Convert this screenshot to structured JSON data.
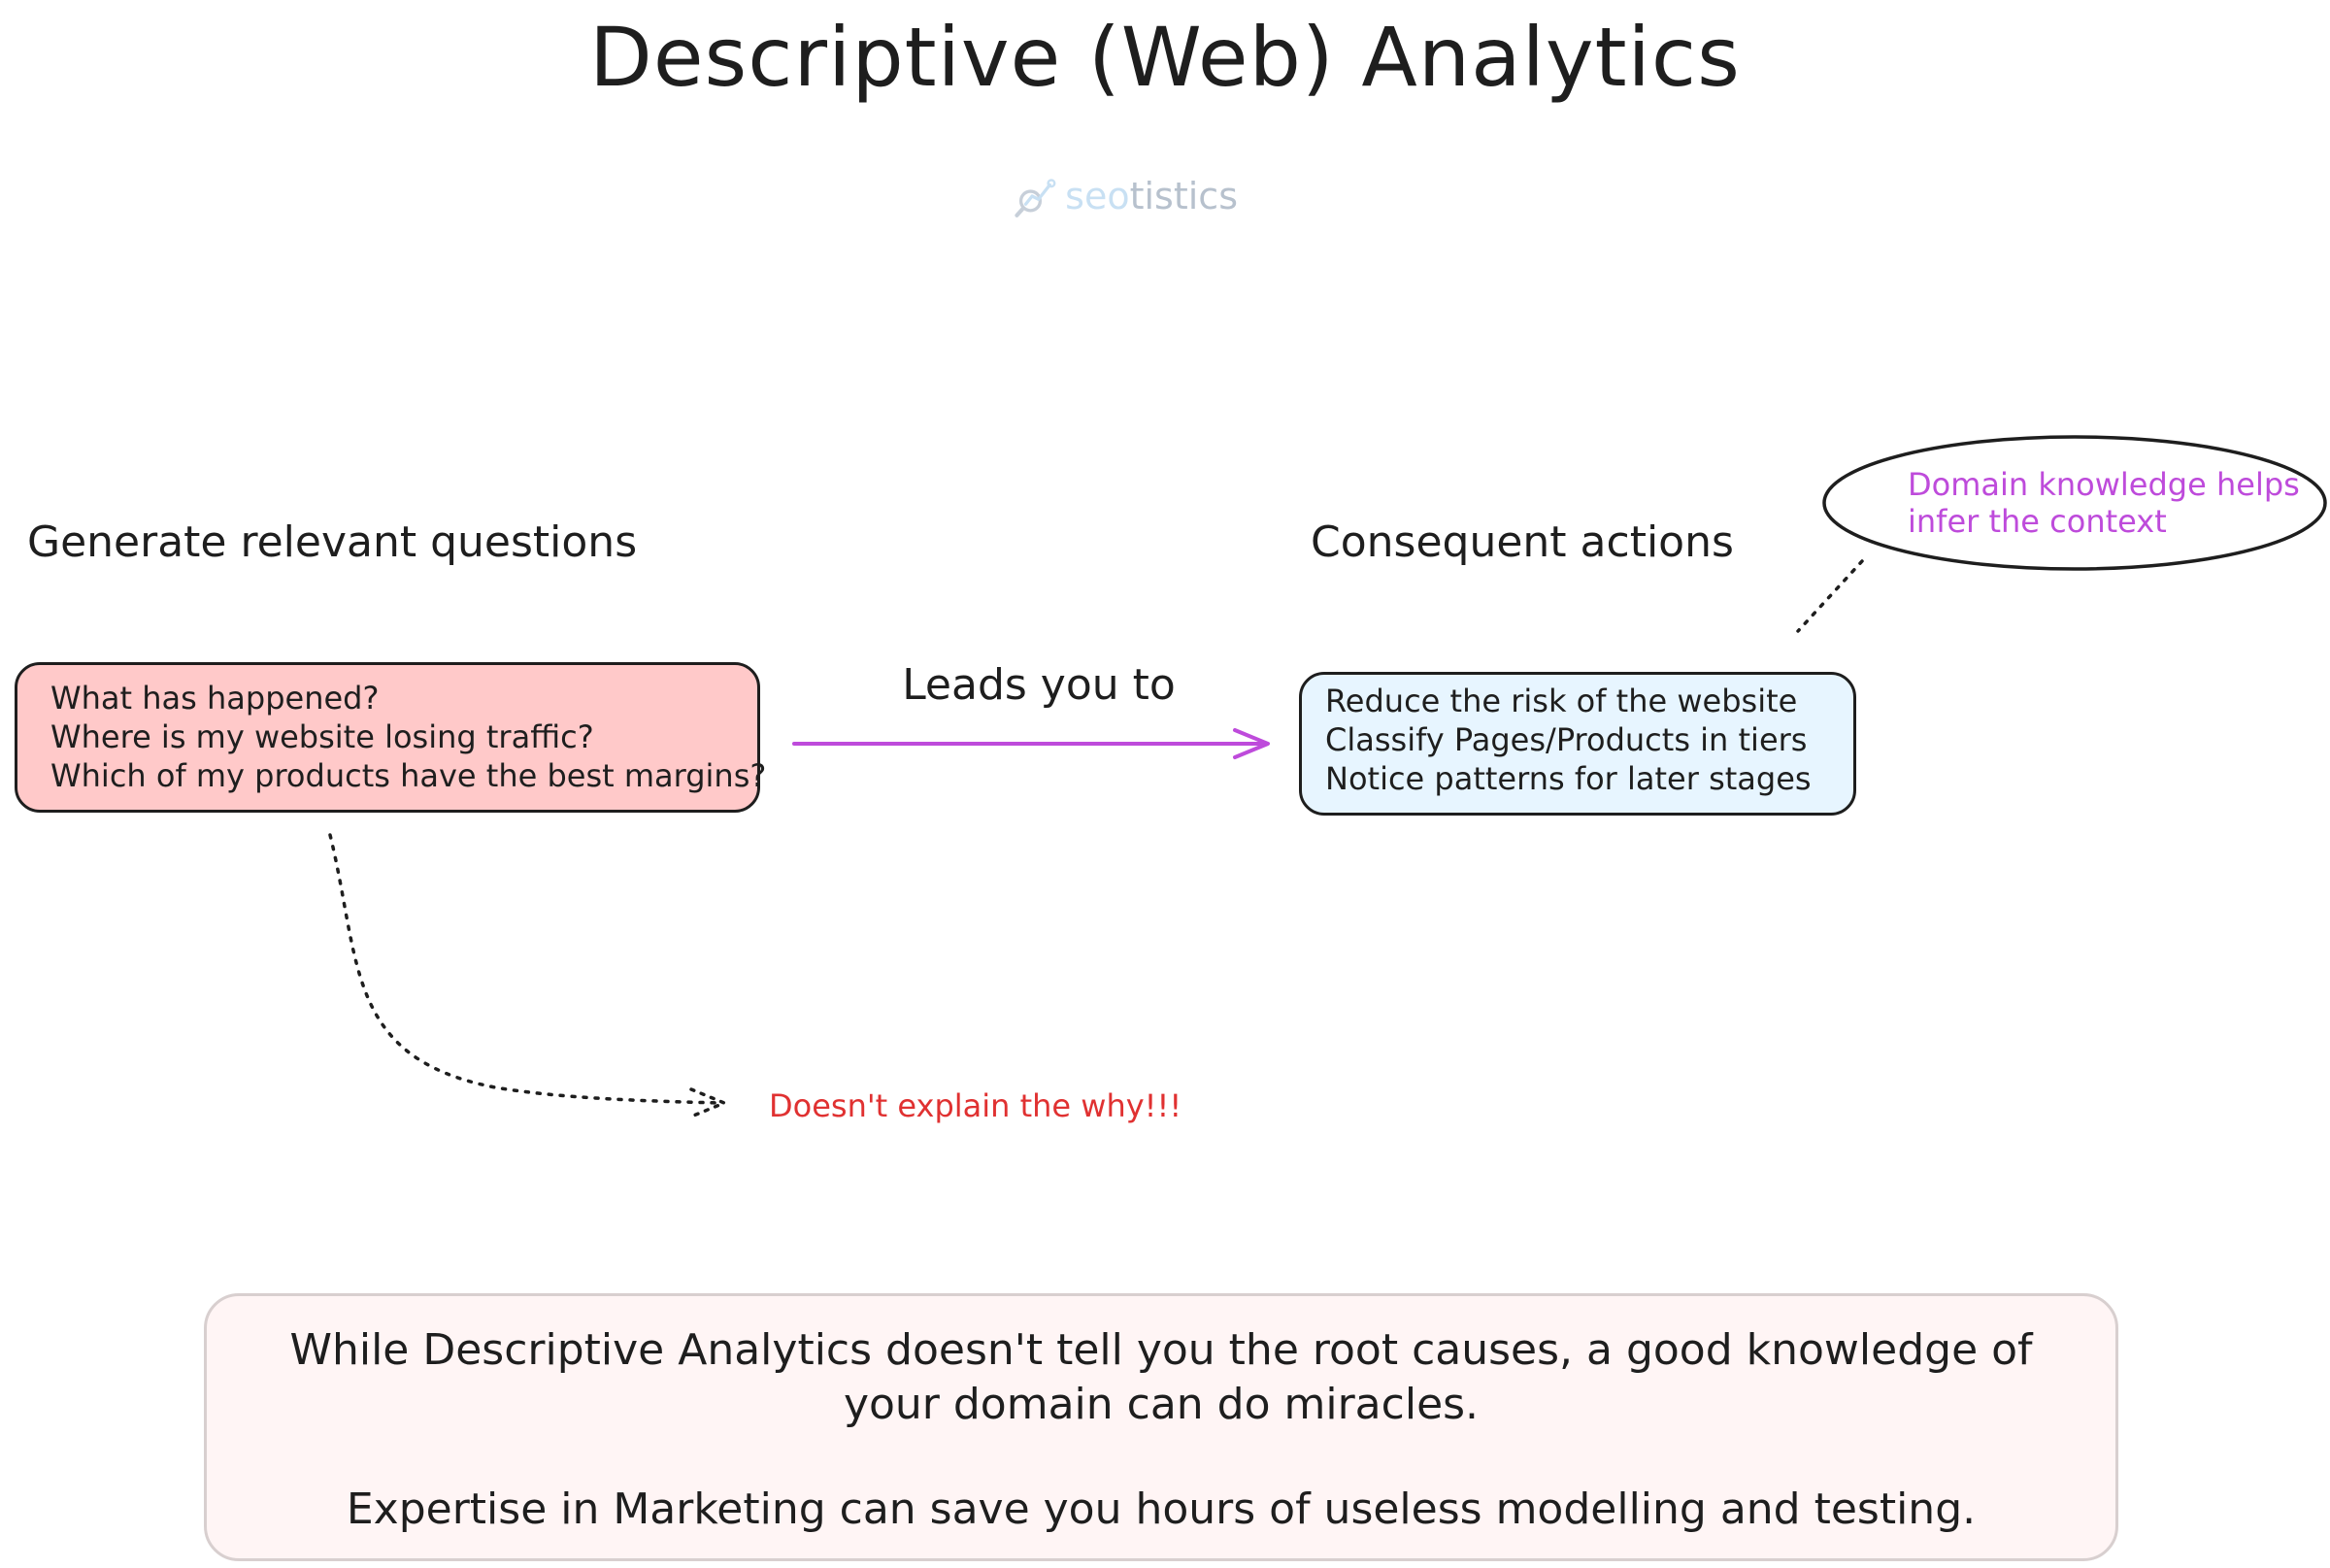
{
  "title": "Descriptive (Web) Analytics",
  "logo": {
    "part1": "seo",
    "part2": "tistics",
    "icon": "seotistics-logo-icon"
  },
  "left_heading": "Generate relevant questions",
  "right_heading": "Consequent actions",
  "questions": [
    "What has happened?",
    "Where is my website losing traffic?",
    "Which of my products have the best margins?"
  ],
  "arrow_label": "Leads you to",
  "actions": [
    "Reduce the risk of the website",
    "Classify Pages/Products in tiers",
    "Notice patterns for later stages"
  ],
  "callout": {
    "line1": "Domain knowledge helps",
    "line2": "infer the context"
  },
  "annotation": "Doesn't explain the why!!!",
  "summary": {
    "line1": "While Descriptive Analytics doesn't tell you the root causes, a good knowledge of your domain can do miracles.",
    "line2": "Expertise in Marketing can save you hours of useless modelling and testing."
  },
  "colors": {
    "questions_fill": "#ffc9c9",
    "actions_fill": "#e7f5ff",
    "arrow": "#be4bdb",
    "callout_text": "#be4bdb",
    "annotation_text": "#e03131",
    "summary_fill": "#fff5f5"
  }
}
